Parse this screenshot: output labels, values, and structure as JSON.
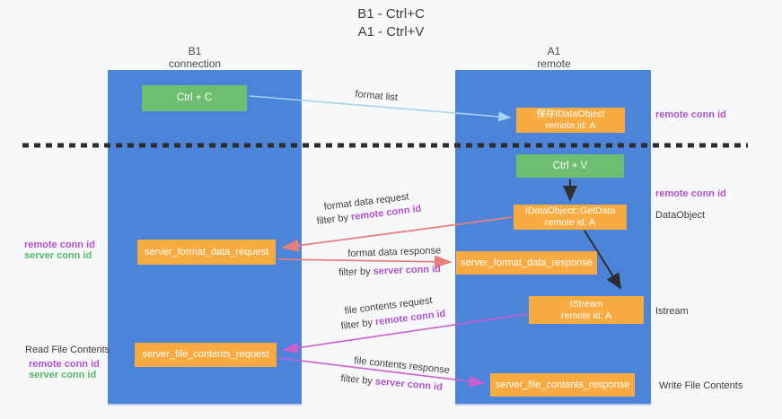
{
  "title": {
    "line1": "B1 - Ctrl+C",
    "line2": "A1 - Ctrl+V"
  },
  "lanes": {
    "left": {
      "name": "B1",
      "role": "connection"
    },
    "right": {
      "name": "A1",
      "role": "remote"
    }
  },
  "nodes": {
    "ctrl_c": {
      "label": "Ctrl + C"
    },
    "ctrl_v": {
      "label": "Ctrl + V"
    },
    "stored_idataobject": {
      "line1": "保存IDataObject",
      "line2": "remote id: A"
    },
    "getdata": {
      "line1": "IDataObject::GetData",
      "line2": "remote id: A"
    },
    "istream": {
      "line1": "IStream",
      "line2": "remote id: A"
    },
    "format_request": {
      "label": "server_format_data_request"
    },
    "format_response": {
      "label": "server_format_data_response"
    },
    "file_request": {
      "label": "server_file_contents_request"
    },
    "file_response": {
      "label": "server_file_contents_response"
    }
  },
  "edge_labels": {
    "format_list": "format list",
    "format_data_request": "format data request",
    "format_data_response": "format data response",
    "file_contents_request": "file contents request",
    "file_contents_response": "file contents response",
    "filter_by": "filter by",
    "remote_conn_id": "remote conn id",
    "server_conn_id": "server conn id"
  },
  "side_labels": {
    "remote_conn_id_top": "remote conn id",
    "remote_conn_id_mid": "remote conn id",
    "dataobject": "DataObject",
    "istream": "Istream",
    "read_file_contents": "Read File Contents",
    "write_file_contents": "Write File Contents",
    "left_remote_conn_id": "remote conn id",
    "left_server_conn_id": "server conn id"
  },
  "colors": {
    "lane_blue": "#4b84d8",
    "node_orange": "#f8ab40",
    "node_green": "#6ebe71",
    "arrow_light_blue": "#a5d2f0",
    "arrow_red": "#e87f7f",
    "arrow_magenta": "#cd5ece",
    "arrow_black": "#2f2f2f",
    "text_purple": "#b052ce",
    "text_green": "#53b86a"
  }
}
